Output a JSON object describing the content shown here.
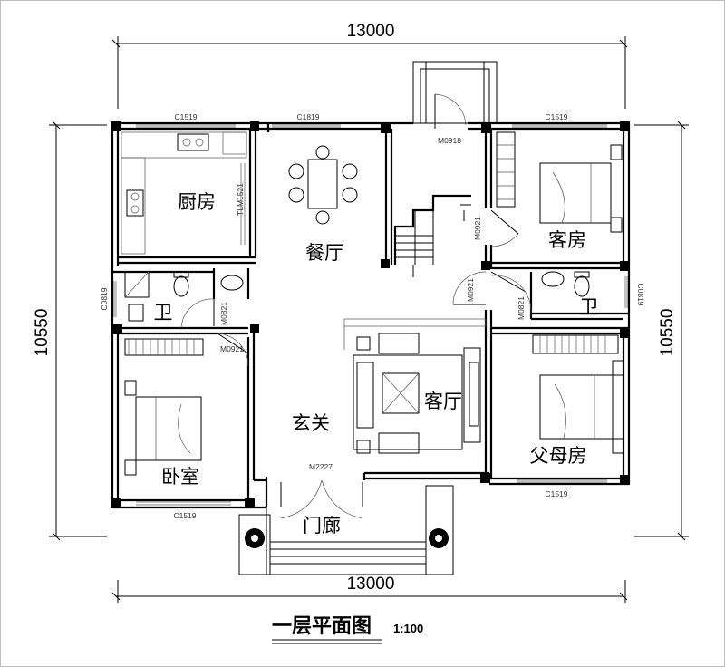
{
  "plan": {
    "title": "一层平面图",
    "scale": "1:100",
    "dimensions": {
      "top": "13000",
      "bottom": "13000",
      "left": "10550",
      "right": "10550"
    },
    "rooms": {
      "kitchen": "厨房",
      "dining": "餐厅",
      "guest": "客房",
      "bath_left": "卫",
      "bath_right": "卫",
      "living": "客厅",
      "foyer": "玄关",
      "bedroom": "卧室",
      "parents": "父母房",
      "porch": "门廊"
    },
    "openings": {
      "c1519_kitchen": "C1519",
      "c1819": "C1819",
      "c1519_guest": "C1519",
      "m0918": "M0918",
      "tlm1521": "TLM1521",
      "m0921_guest": "M0921",
      "m0921_living": "M0921",
      "m0821_left": "M0821",
      "m0921_bed": "M0921",
      "m0821_right": "M0821",
      "c0819_left": "C0819",
      "c0819_right": "C0819",
      "m2227": "M2227",
      "c1519_bedroom": "C1519",
      "c1519_parents": "C1519"
    }
  }
}
